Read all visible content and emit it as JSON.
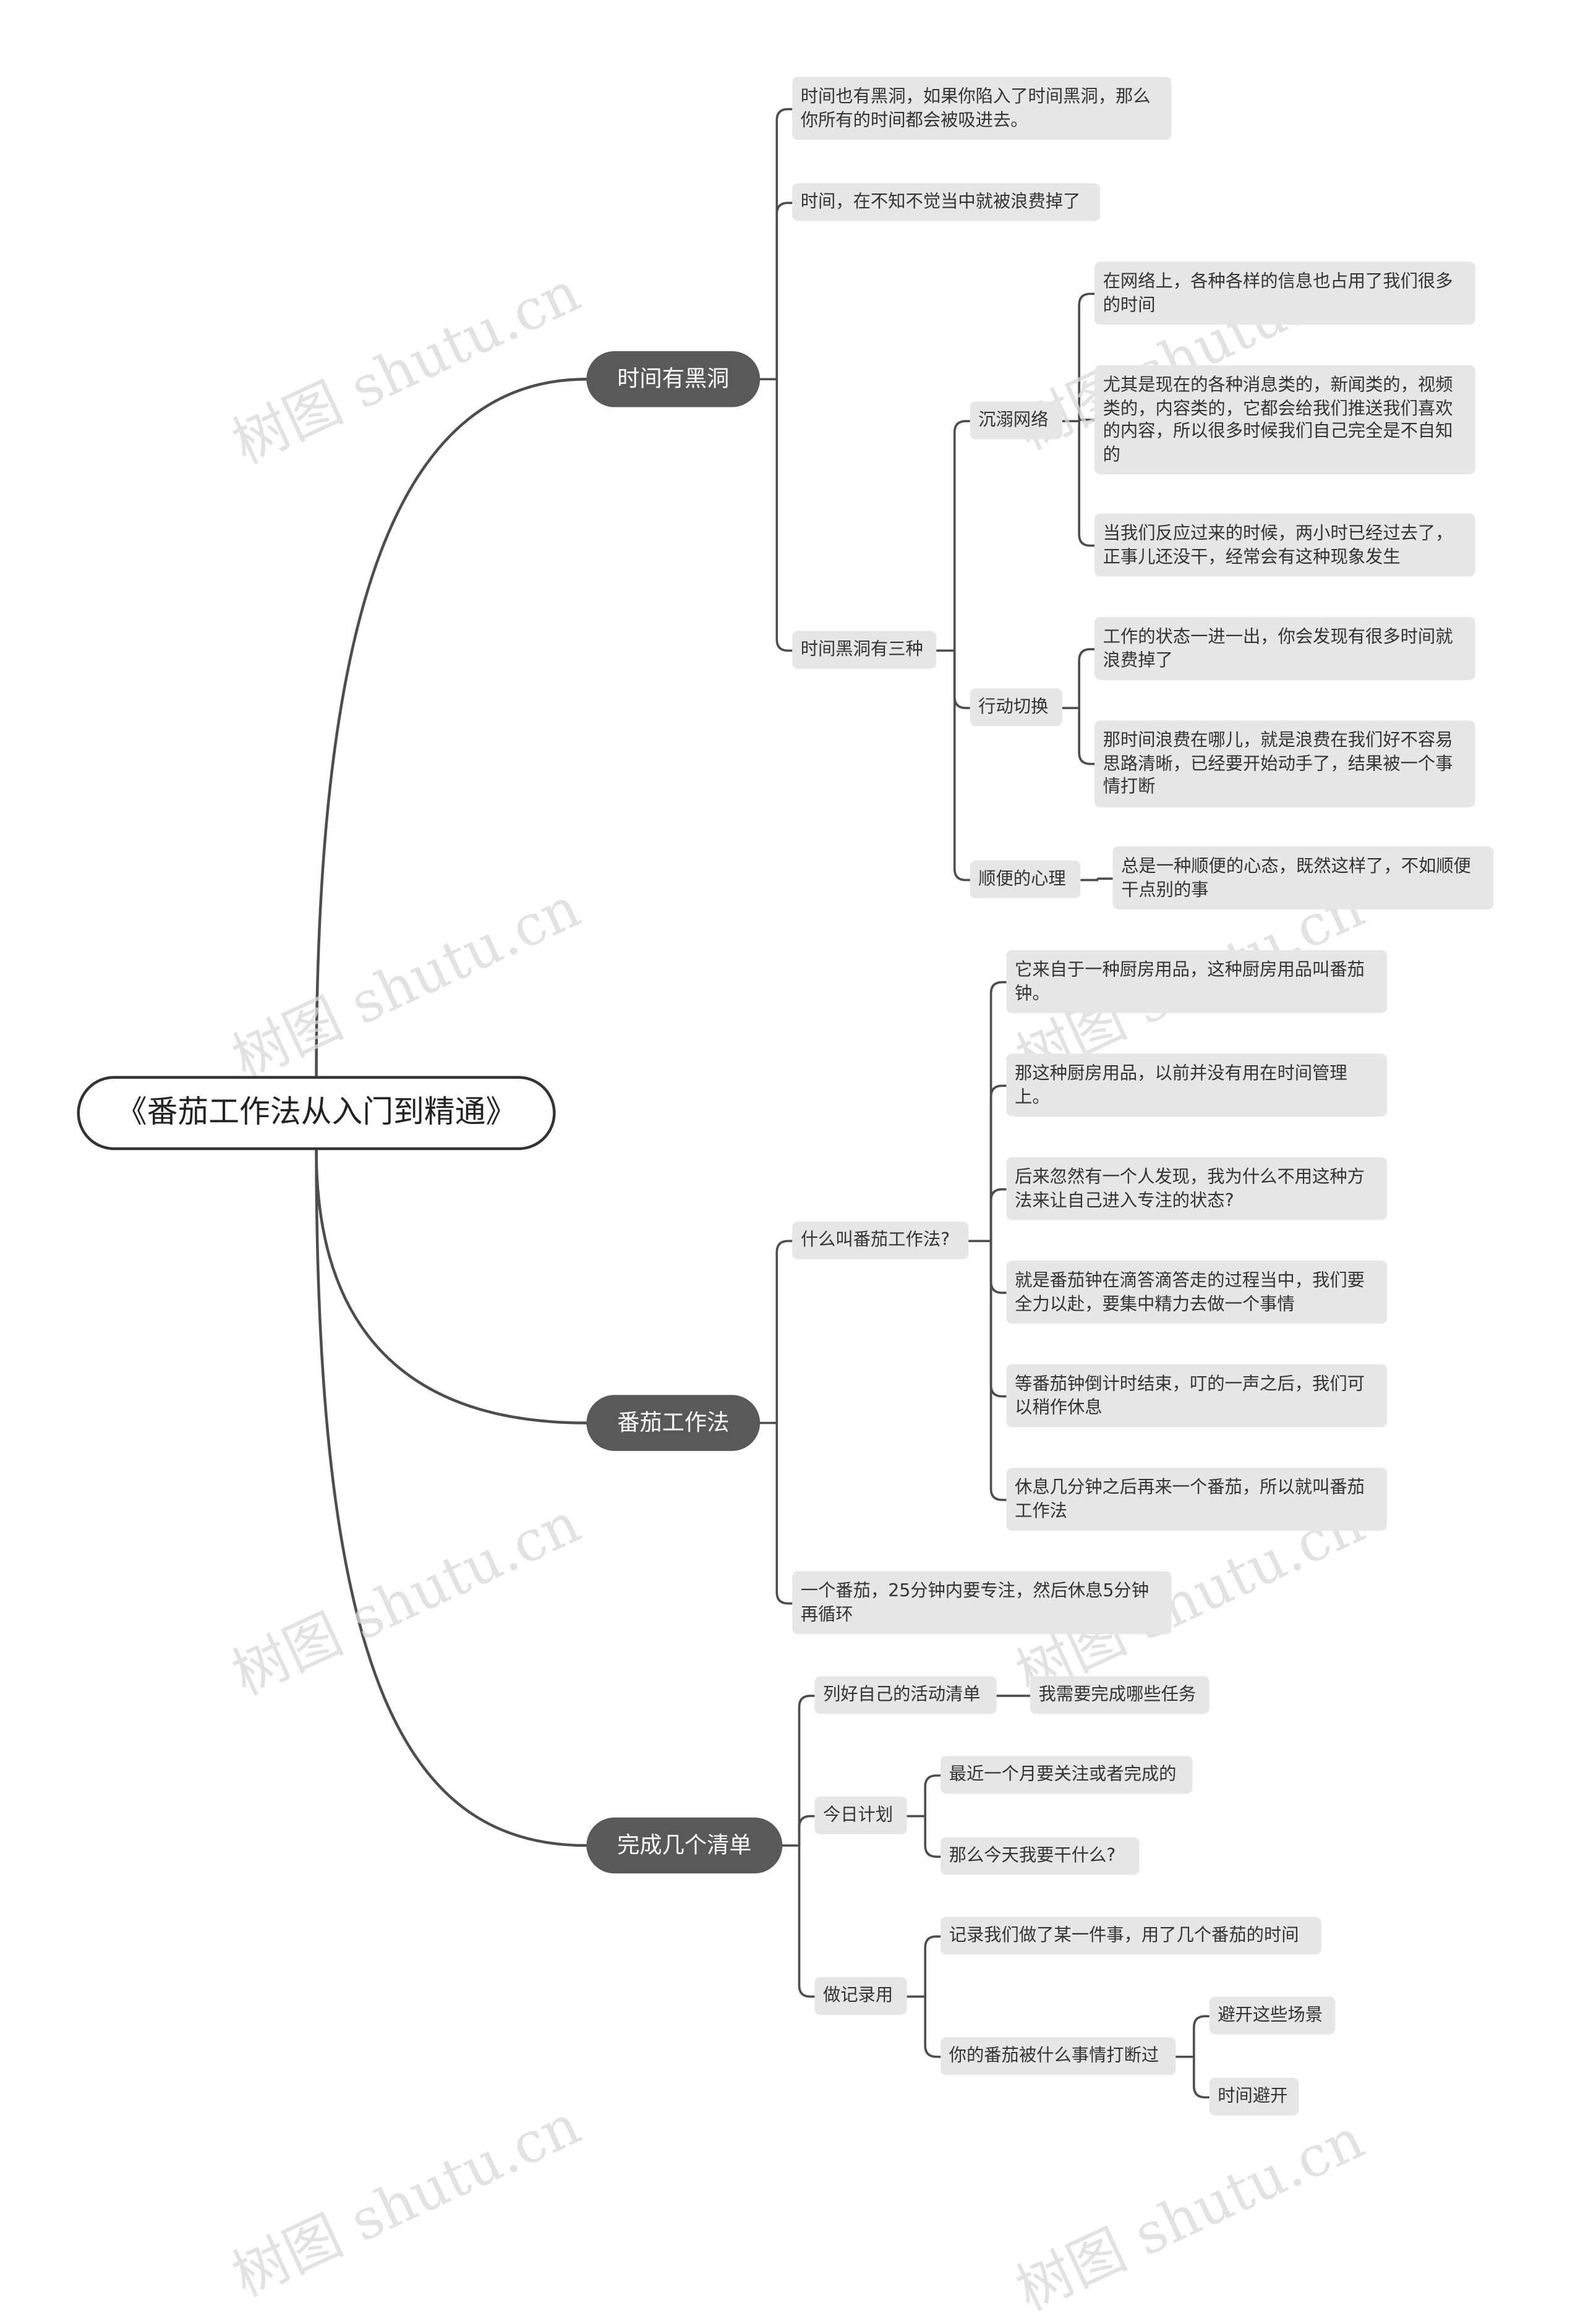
{
  "root": "《番茄工作法从入门到精通》",
  "branches": {
    "b1": "时间有黑洞",
    "b2": "番茄工作法",
    "b3": "完成几个清单"
  },
  "nodes": {
    "b1_n1": "时间也有黑洞，如果你陷入了时间黑洞，那么你所有的时间都会被吸进去。",
    "b1_n2": "时间，在不知不觉当中就被浪费掉了",
    "b1_n3": "时间黑洞有三种",
    "b1_n3_a": "沉溺网络",
    "b1_n3_a1": "在网络上，各种各样的信息也占用了我们很多的时间",
    "b1_n3_a2": "尤其是现在的各种消息类的，新闻类的，视频类的，内容类的，它都会给我们推送我们喜欢的内容，所以很多时候我们自己完全是不自知的",
    "b1_n3_a3": "当我们反应过来的时候，两小时已经过去了，正事儿还没干，经常会有这种现象发生",
    "b1_n3_b": "行动切换",
    "b1_n3_b1": "工作的状态一进一出，你会发现有很多时间就浪费掉了",
    "b1_n3_b2": "那时间浪费在哪儿，就是浪费在我们好不容易思路清晰，已经要开始动手了，结果被一个事情打断",
    "b1_n3_c": "顺便的心理",
    "b1_n3_c1": "总是一种顺便的心态，既然这样了，不如顺便干点别的事",
    "b2_n1": "什么叫番茄工作法?",
    "b2_n1_1": "它来自于一种厨房用品，这种厨房用品叫番茄钟。",
    "b2_n1_2": "那这种厨房用品，以前并没有用在时间管理上。",
    "b2_n1_3": "后来忽然有一个人发现，我为什么不用这种方法来让自己进入专注的状态?",
    "b2_n1_4": "就是番茄钟在滴答滴答走的过程当中，我们要全力以赴，要集中精力去做一个事情",
    "b2_n1_5": "等番茄钟倒计时结束，叮的一声之后，我们可以稍作休息",
    "b2_n1_6": "休息几分钟之后再来一个番茄，所以就叫番茄工作法",
    "b2_n2": "一个番茄，25分钟内要专注，然后休息5分钟再循环",
    "b3_n1": "列好自己的活动清单",
    "b3_n1_1": "我需要完成哪些任务",
    "b3_n2": "今日计划",
    "b3_n2_1": "最近一个月要关注或者完成的",
    "b3_n2_2": "那么今天我要干什么?",
    "b3_n3": "做记录用",
    "b3_n3_1": "记录我们做了某一件事，用了几个番茄的时间",
    "b3_n3_2": "你的番茄被什么事情打断过",
    "b3_n3_2a": "避开这些场景",
    "b3_n3_2b": "时间避开"
  },
  "watermark": "树图 shutu.cn",
  "colors": {
    "line": "#4d4d4d",
    "branch_fill": "#595959",
    "leaf_fill": "#e6e6e6",
    "text": "#333333"
  }
}
